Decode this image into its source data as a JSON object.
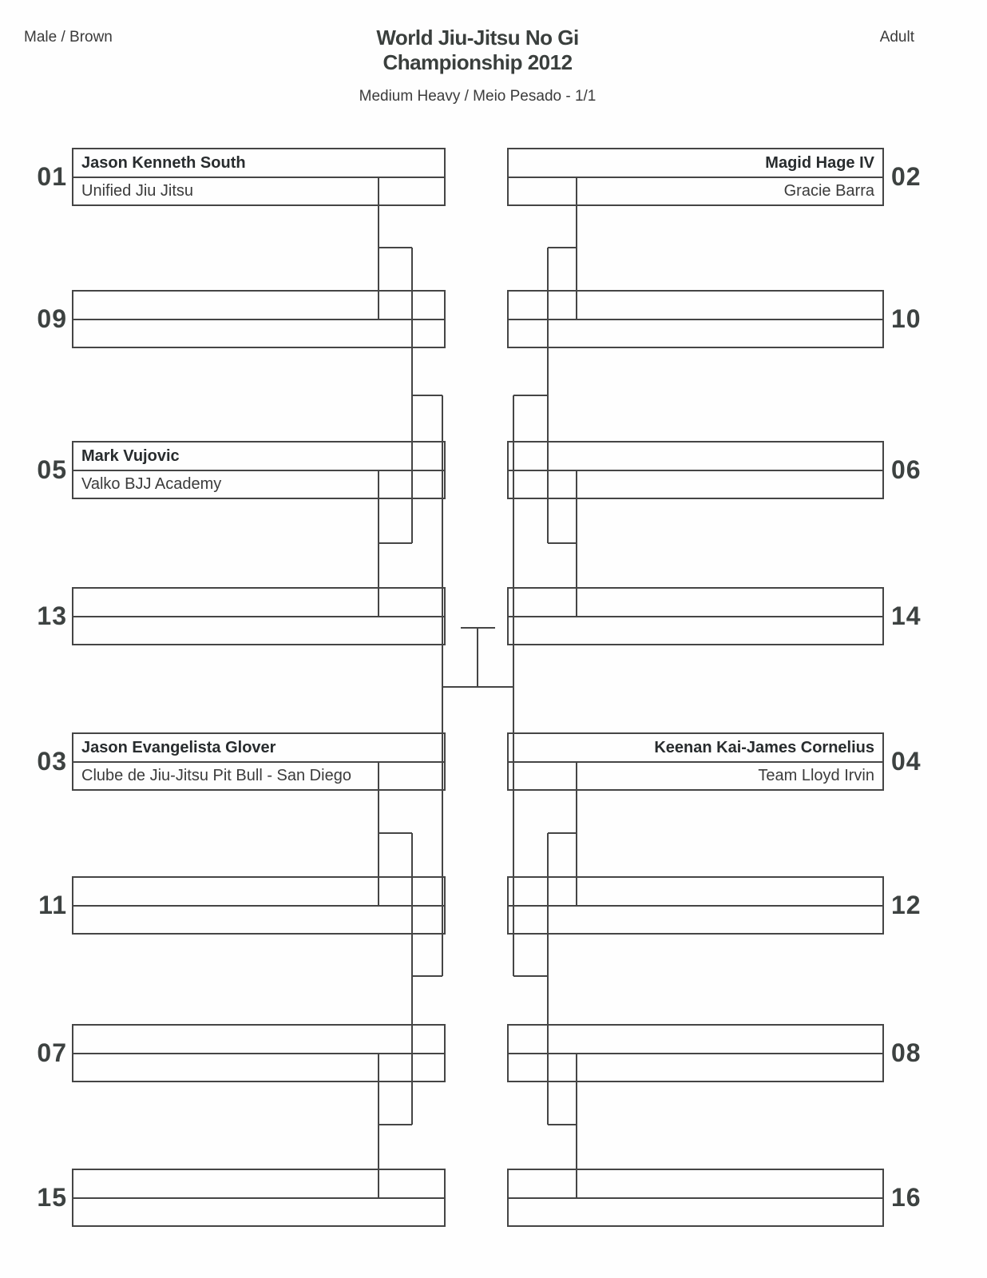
{
  "header": {
    "category": "Male / Brown",
    "title_line1": "World Jiu-Jitsu No Gi",
    "title_line2": "Championship 2012",
    "age_division": "Adult",
    "subtitle": "Medium Heavy / Meio Pesado - 1/1"
  },
  "colors": {
    "line": "#454545",
    "text": "#303433"
  },
  "bracket": {
    "left": [
      {
        "seed": "01",
        "name": "Jason Kenneth South",
        "club": "Unified Jiu Jitsu"
      },
      {
        "seed": "09",
        "name": "",
        "club": ""
      },
      {
        "seed": "05",
        "name": "Mark Vujovic",
        "club": "Valko BJJ Academy"
      },
      {
        "seed": "13",
        "name": "",
        "club": ""
      },
      {
        "seed": "03",
        "name": "Jason Evangelista Glover",
        "club": "Clube de Jiu-Jitsu Pit Bull - San Diego"
      },
      {
        "seed": "11",
        "name": "",
        "club": ""
      },
      {
        "seed": "07",
        "name": "",
        "club": ""
      },
      {
        "seed": "15",
        "name": "",
        "club": ""
      }
    ],
    "right": [
      {
        "seed": "02",
        "name": "Magid Hage IV",
        "club": "Gracie Barra"
      },
      {
        "seed": "10",
        "name": "",
        "club": ""
      },
      {
        "seed": "06",
        "name": "",
        "club": ""
      },
      {
        "seed": "14",
        "name": "",
        "club": ""
      },
      {
        "seed": "04",
        "name": "Keenan Kai-James Cornelius",
        "club": "Team Lloyd Irvin"
      },
      {
        "seed": "12",
        "name": "",
        "club": ""
      },
      {
        "seed": "08",
        "name": "",
        "club": ""
      },
      {
        "seed": "16",
        "name": "",
        "club": ""
      }
    ]
  }
}
